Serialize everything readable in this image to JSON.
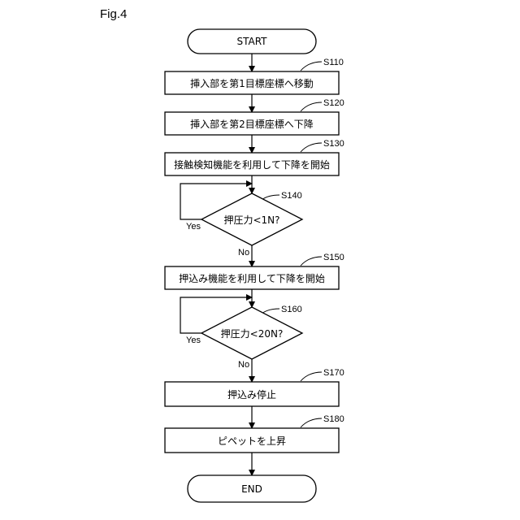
{
  "figure_label": "Fig.4",
  "nodes": {
    "start": {
      "text": "START"
    },
    "s110": {
      "step": "S110",
      "text": "挿入部を第1目標座標へ移動"
    },
    "s120": {
      "step": "S120",
      "text": "挿入部を第2目標座標へ下降"
    },
    "s130": {
      "step": "S130",
      "text": "接触検知機能を利用して下降を開始"
    },
    "s140": {
      "step": "S140",
      "text": "押圧力<1N?",
      "yes": "Yes",
      "no": "No"
    },
    "s150": {
      "step": "S150",
      "text": "押込み機能を利用して下降を開始"
    },
    "s160": {
      "step": "S160",
      "text": "押圧力<20N?",
      "yes": "Yes",
      "no": "No"
    },
    "s170": {
      "step": "S170",
      "text": "押込み停止"
    },
    "s180": {
      "step": "S180",
      "text": "ピペットを上昇"
    },
    "end": {
      "text": "END"
    }
  }
}
